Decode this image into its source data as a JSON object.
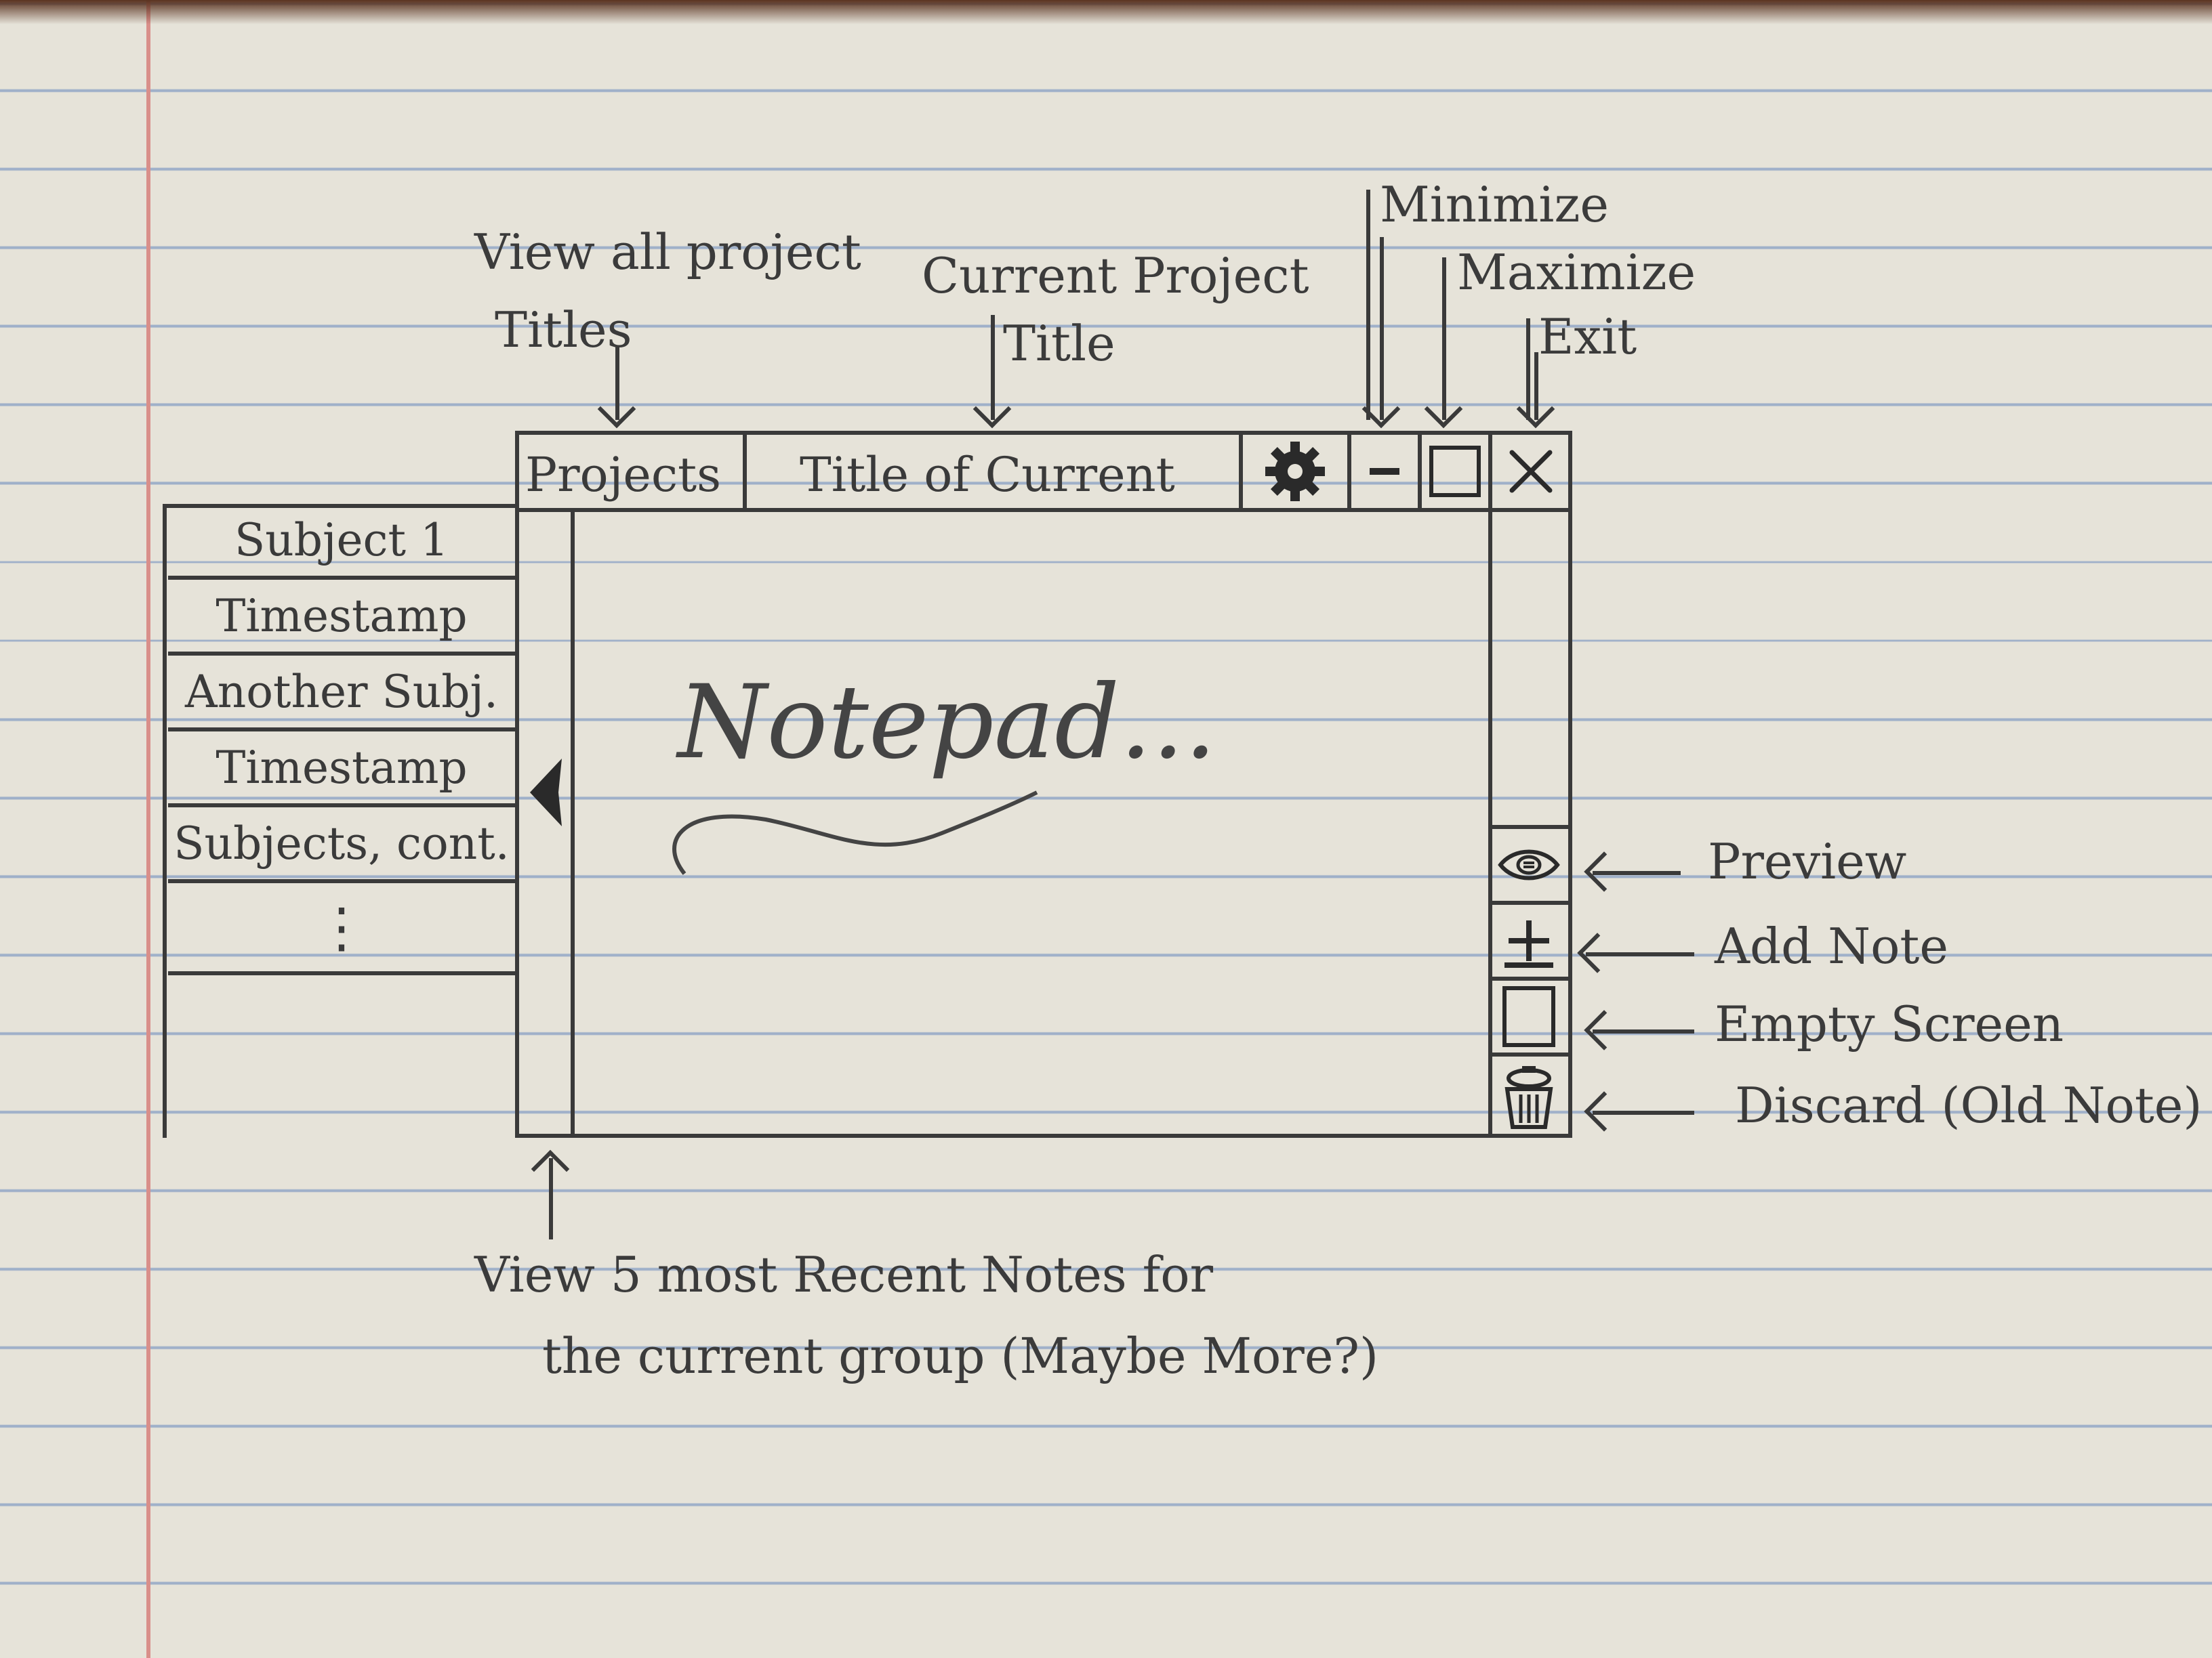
{
  "window": {
    "projects_tab": "Projects",
    "title": "Title of Current",
    "settings_icon": "gear-icon",
    "minimize_icon": "minimize-icon",
    "maximize_icon": "maximize-icon",
    "close_icon": "close-icon",
    "collapse_icon": "chevron-left-icon"
  },
  "notes_list": {
    "items": [
      {
        "label": "Subject 1"
      },
      {
        "label": "Timestamp"
      },
      {
        "label": "Another Subj."
      },
      {
        "label": "Timestamp"
      },
      {
        "label": "Subjects, cont."
      },
      {
        "label": "⋮"
      }
    ]
  },
  "editor": {
    "placeholder": "Notepad..."
  },
  "toolbar": {
    "preview_icon": "eye-icon",
    "add_icon": "plus-icon",
    "empty_icon": "square-icon",
    "discard_icon": "trash-icon"
  },
  "annotations": {
    "projects": [
      "View all project",
      "Titles"
    ],
    "title": [
      "Current Project",
      "Title"
    ],
    "minimize": "Minimize",
    "maximize": "Maximize",
    "exit": "Exit",
    "preview": "Preview",
    "add_note": "Add Note",
    "empty_screen": "Empty Screen",
    "discard": "Discard (Old Note)",
    "recent": [
      "View 5 most Recent Notes for",
      "the current group (Maybe More?)"
    ]
  }
}
